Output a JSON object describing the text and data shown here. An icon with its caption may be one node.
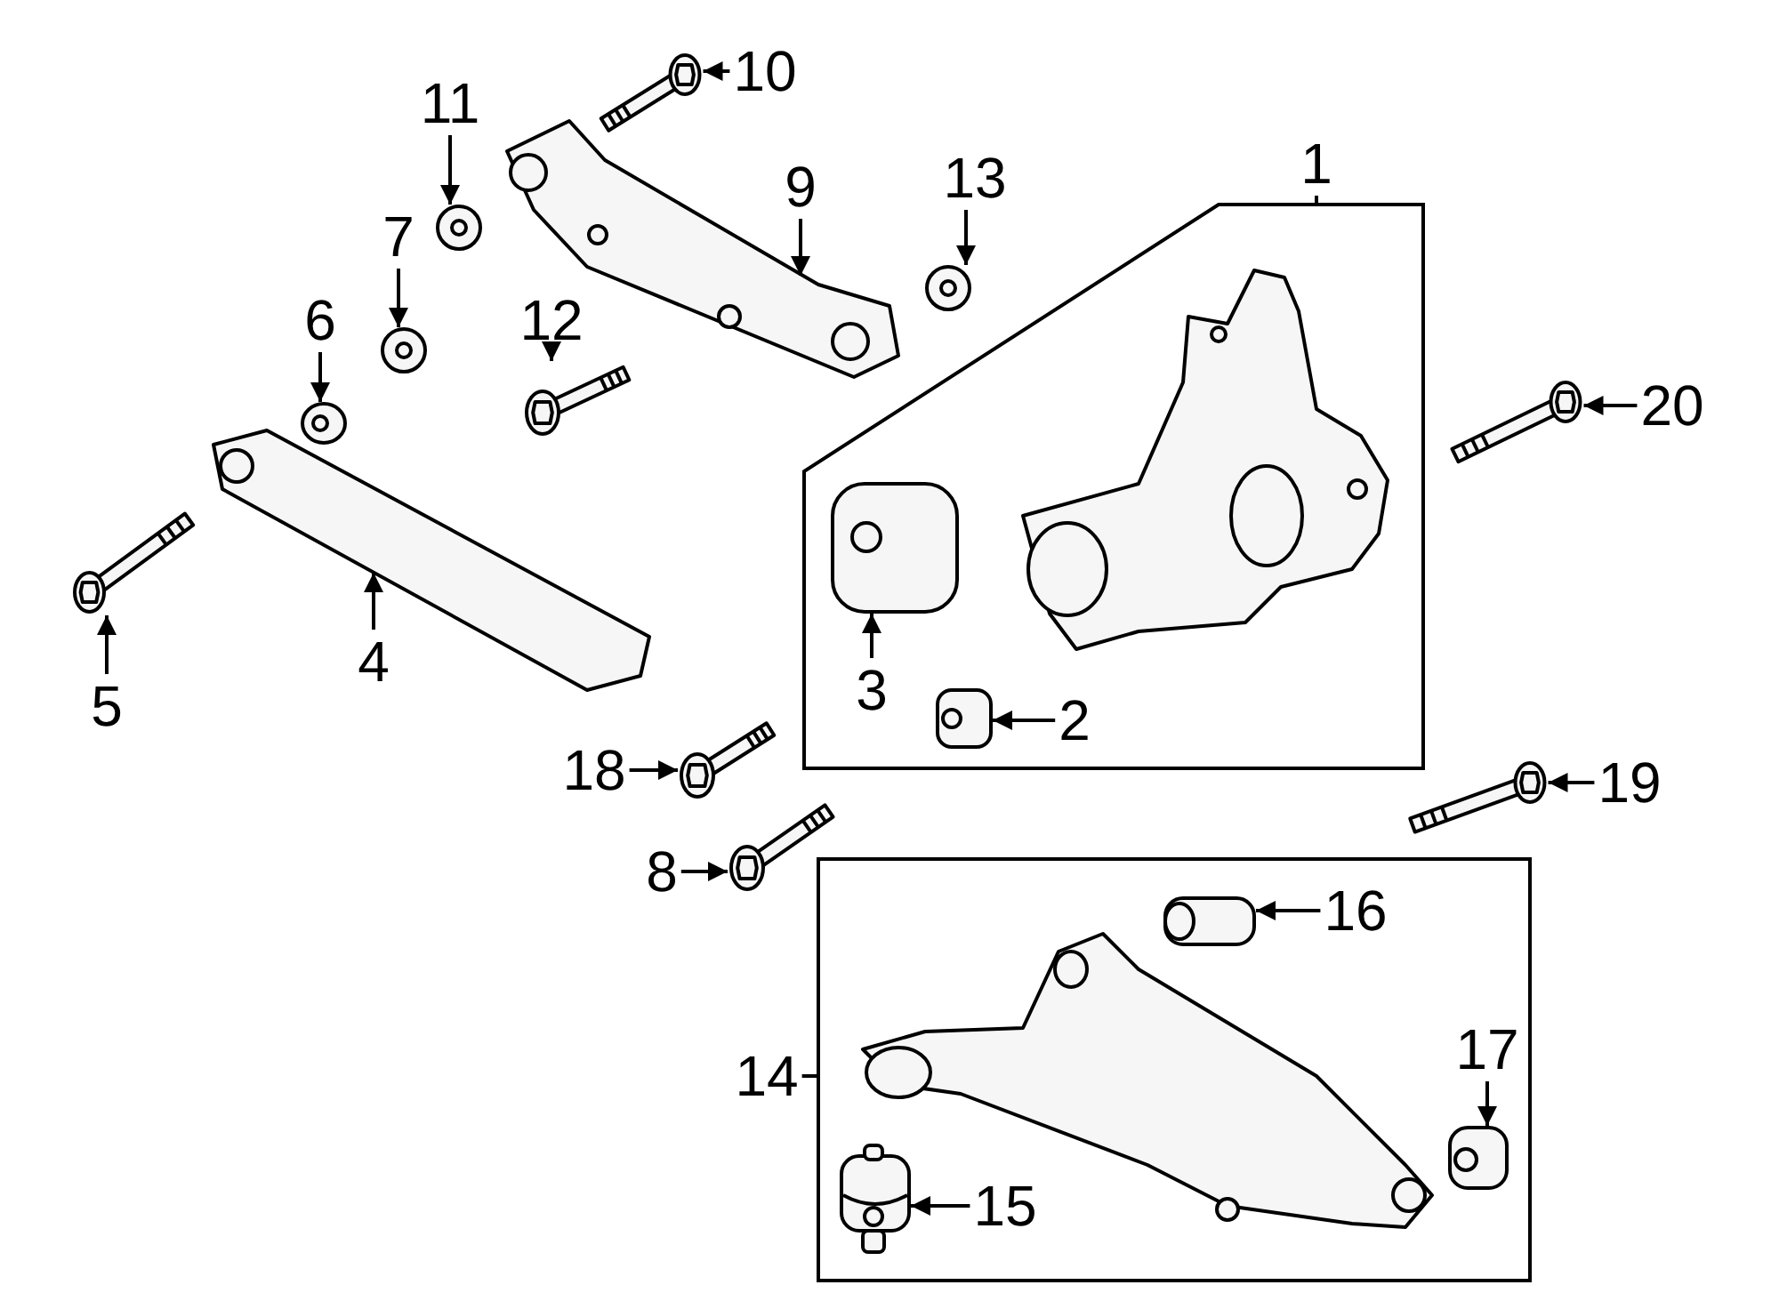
{
  "diagram": {
    "nodes": [
      {
        "text": [
          "10"
        ]
      },
      {
        "text": [],
        "shape": "picture"
      },
      {
        "text": [
          "11"
        ]
      },
      {
        "text": [],
        "shape": "picture"
      },
      {
        "text": [],
        "shape": "picture"
      },
      {
        "text": [
          "9"
        ]
      },
      {
        "text": [
          "13"
        ]
      },
      {
        "text": [],
        "shape": "picture"
      },
      {
        "text": [
          "1"
        ]
      },
      {
        "text": [],
        "shape": "box"
      },
      {
        "text": [
          "3"
        ],
        "in": 9
      },
      {
        "text": [],
        "shape": "picture",
        "in": 9
      },
      {
        "text": [
          "2"
        ],
        "in": 9
      },
      {
        "text": [],
        "shape": "picture",
        "in": 9
      },
      {
        "text": [
          "7"
        ]
      },
      {
        "text": [],
        "shape": "picture"
      },
      {
        "text": [
          "6"
        ]
      },
      {
        "text": [],
        "shape": "picture"
      },
      {
        "text": [
          "12"
        ]
      },
      {
        "text": [],
        "shape": "picture"
      },
      {
        "text": [
          "20"
        ]
      },
      {
        "text": [],
        "shape": "picture"
      },
      {
        "text": [],
        "shape": "picture"
      },
      {
        "text": [
          "4"
        ]
      },
      {
        "text": [],
        "shape": "picture"
      },
      {
        "text": [
          "5"
        ]
      },
      {
        "text": [
          "18"
        ]
      },
      {
        "text": [],
        "shape": "picture"
      },
      {
        "text": [
          "19"
        ]
      },
      {
        "text": [],
        "shape": "picture"
      },
      {
        "text": [
          "8"
        ]
      },
      {
        "text": [],
        "shape": "picture"
      },
      {
        "text": [
          "14"
        ]
      },
      {
        "text": [],
        "shape": "box"
      },
      {
        "text": [],
        "shape": "picture",
        "in": 33
      },
      {
        "text": [
          "16"
        ],
        "in": 33
      },
      {
        "text": [
          "17"
        ],
        "in": 33
      },
      {
        "text": [],
        "shape": "picture",
        "in": 33
      },
      {
        "text": [],
        "shape": "picture",
        "in": 33
      },
      {
        "text": [
          "15"
        ],
        "in": 33
      }
    ],
    "edges": [
      {
        "from": 0,
        "to": 1,
        "arrow": "to"
      },
      {
        "from": 2,
        "to": 3,
        "arrow": "to"
      },
      {
        "from": 5,
        "to": 4,
        "arrow": "to"
      },
      {
        "from": 6,
        "to": 7,
        "arrow": "to"
      },
      {
        "from": 8,
        "to": 9,
        "arrow": "none"
      },
      {
        "from": 10,
        "to": 11,
        "arrow": "to"
      },
      {
        "from": 12,
        "to": 13,
        "arrow": "to"
      },
      {
        "from": 14,
        "to": 15,
        "arrow": "to"
      },
      {
        "from": 16,
        "to": 17,
        "arrow": "to"
      },
      {
        "from": 18,
        "to": 19,
        "arrow": "to"
      },
      {
        "from": 20,
        "to": 21,
        "arrow": "to"
      },
      {
        "from": 23,
        "to": 22,
        "arrow": "to"
      },
      {
        "from": 25,
        "to": 24,
        "arrow": "to"
      },
      {
        "from": 26,
        "to": 27,
        "arrow": "to"
      },
      {
        "from": 28,
        "to": 29,
        "arrow": "to"
      },
      {
        "from": 30,
        "to": 31,
        "arrow": "to"
      },
      {
        "from": 32,
        "to": 33,
        "arrow": "none"
      },
      {
        "from": 35,
        "to": 34,
        "arrow": "to"
      },
      {
        "from": 36,
        "to": 37,
        "arrow": "to"
      },
      {
        "from": 39,
        "to": 38,
        "arrow": "to"
      }
    ]
  }
}
